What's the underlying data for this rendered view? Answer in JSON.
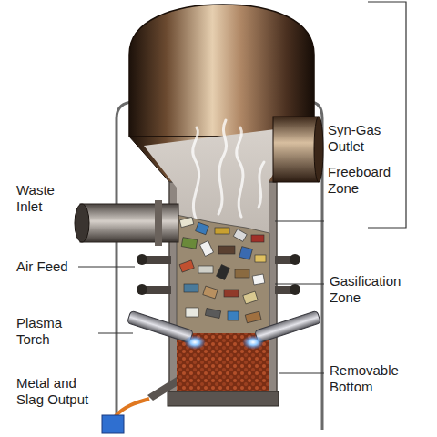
{
  "diagram": {
    "labels": [
      "Syn-Gas Outlet",
      "Freeboard Zone",
      "Waste Inlet",
      "Air Feed",
      "Gasification Zone",
      "Plasma Torch",
      "Removable Bottom",
      "Metal and Slag Output"
    ]
  }
}
